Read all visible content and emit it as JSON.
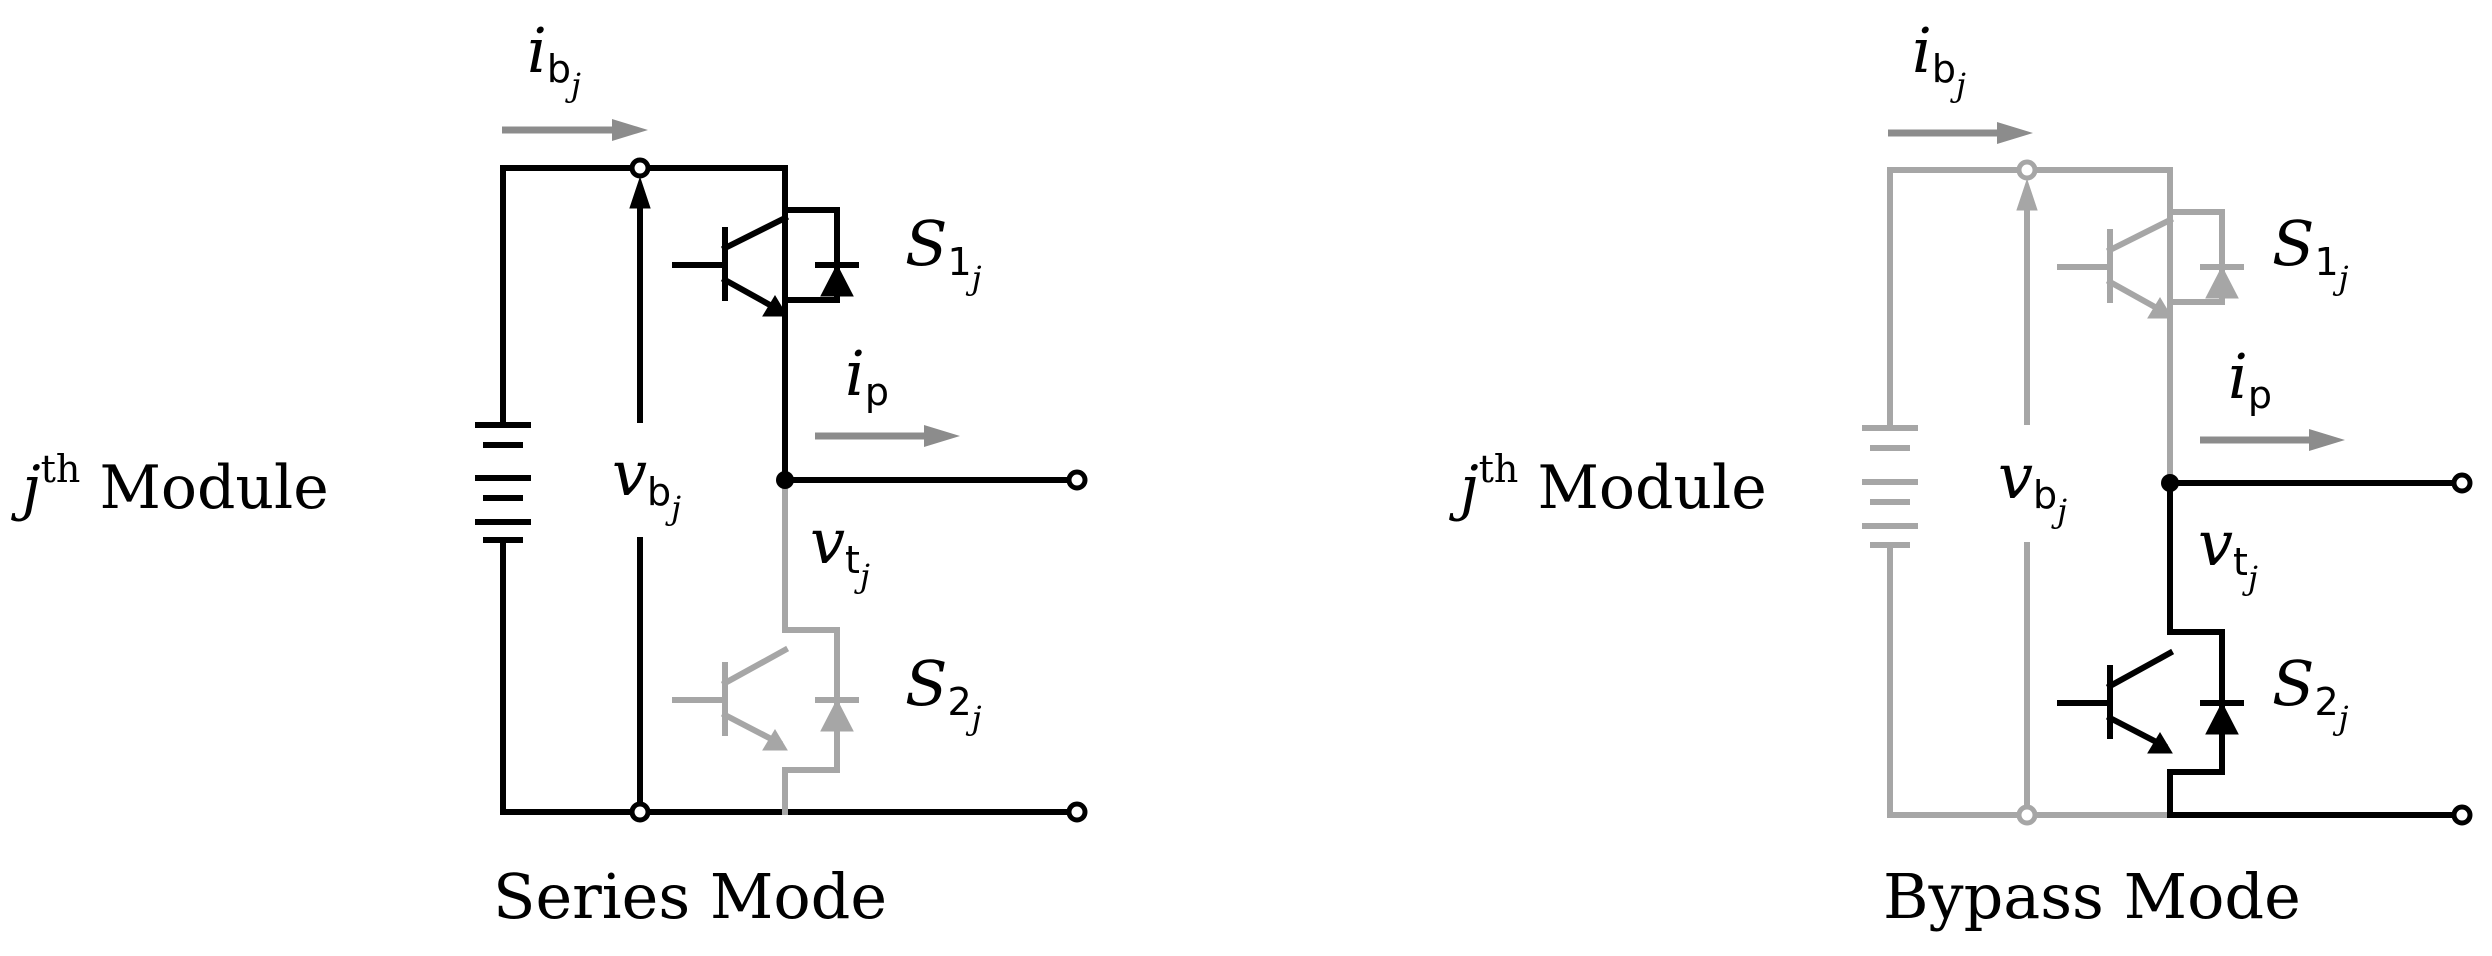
{
  "panels": [
    {
      "id": "series",
      "module_prefix": "j",
      "module_superscript": "th",
      "module_word": "Module",
      "caption": "Series Mode",
      "battery_current": {
        "main": "i",
        "sub": "b",
        "subsub": "j"
      },
      "battery_voltage": {
        "main": "v",
        "sub": "b",
        "subsub": "j"
      },
      "terminal_voltage": {
        "main": "v",
        "sub": "t",
        "subsub": "j"
      },
      "output_current": {
        "main": "i",
        "sub": "p"
      },
      "switch_top": {
        "main": "S",
        "sub": "1",
        "subsub": "j"
      },
      "switch_bottom": {
        "main": "S",
        "sub": "2",
        "subsub": "j"
      }
    },
    {
      "id": "bypass",
      "module_prefix": "j",
      "module_superscript": "th",
      "module_word": "Module",
      "caption": "Bypass Mode",
      "battery_current": {
        "main": "i",
        "sub": "b",
        "subsub": "j"
      },
      "battery_voltage": {
        "main": "v",
        "sub": "b",
        "subsub": "j"
      },
      "terminal_voltage": {
        "main": "v",
        "sub": "t",
        "subsub": "j"
      },
      "output_current": {
        "main": "i",
        "sub": "p"
      },
      "switch_top": {
        "main": "S",
        "sub": "1",
        "subsub": "j"
      },
      "switch_bottom": {
        "main": "S",
        "sub": "2",
        "subsub": "j"
      }
    }
  ],
  "colors": {
    "active": "#000000",
    "inactive": "#a6a6a6",
    "arrow": "#8c8c8c"
  }
}
